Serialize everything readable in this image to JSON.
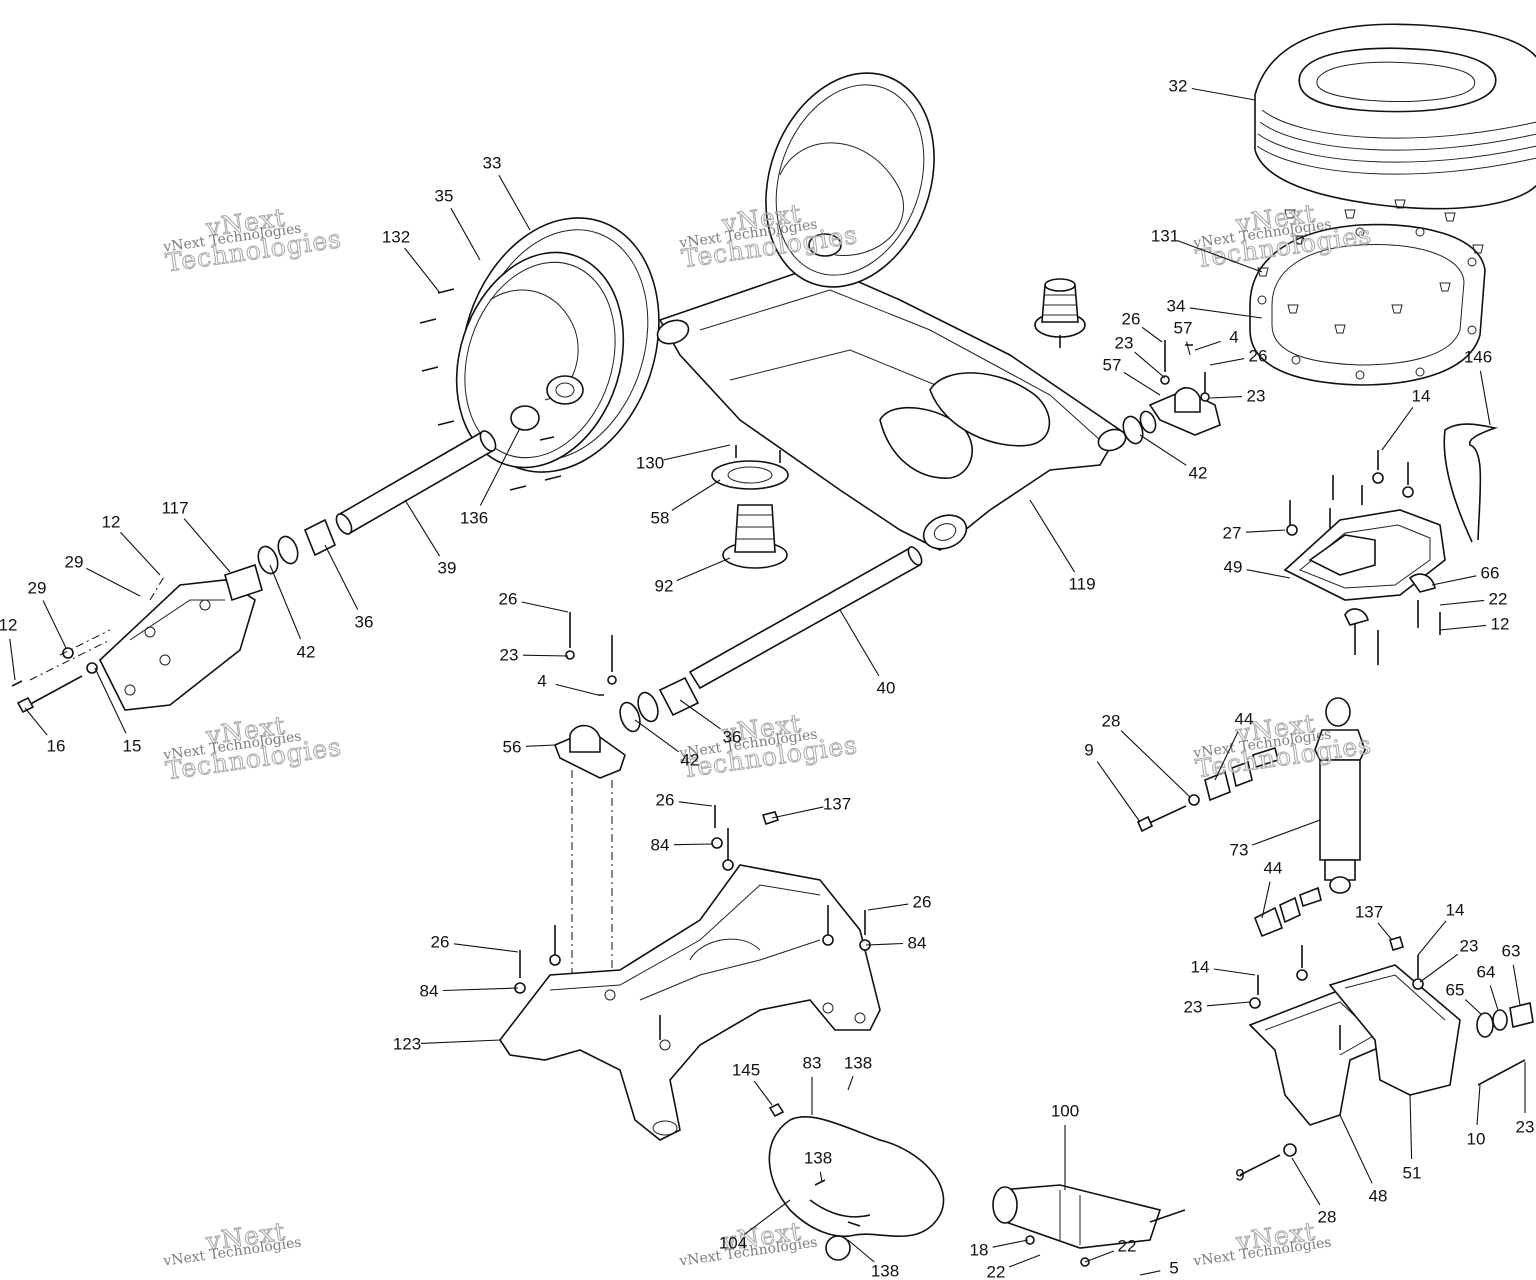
{
  "watermark": {
    "brand": "vNext",
    "company": "Technologies",
    "full": "vNext Technologies"
  },
  "labels": [
    {
      "id": "32a",
      "text": "32"
    },
    {
      "id": "33a",
      "text": "33"
    },
    {
      "id": "35a",
      "text": "35"
    },
    {
      "id": "132a",
      "text": "132"
    },
    {
      "id": "131a",
      "text": "131"
    },
    {
      "id": "34a",
      "text": "34"
    },
    {
      "id": "26a",
      "text": "26"
    },
    {
      "id": "57a",
      "text": "57"
    },
    {
      "id": "4a",
      "text": "4"
    },
    {
      "id": "23a",
      "text": "23"
    },
    {
      "id": "26b",
      "text": "26"
    },
    {
      "id": "57b",
      "text": "57"
    },
    {
      "id": "23b",
      "text": "23"
    },
    {
      "id": "146a",
      "text": "146"
    },
    {
      "id": "14a",
      "text": "14"
    },
    {
      "id": "42a",
      "text": "42"
    },
    {
      "id": "130a",
      "text": "130"
    },
    {
      "id": "136a",
      "text": "136"
    },
    {
      "id": "58a",
      "text": "58"
    },
    {
      "id": "117a",
      "text": "117"
    },
    {
      "id": "12a",
      "text": "12"
    },
    {
      "id": "29a",
      "text": "29"
    },
    {
      "id": "29b",
      "text": "29"
    },
    {
      "id": "39a",
      "text": "39"
    },
    {
      "id": "27a",
      "text": "27"
    },
    {
      "id": "119a",
      "text": "119"
    },
    {
      "id": "92a",
      "text": "92"
    },
    {
      "id": "49a",
      "text": "49"
    },
    {
      "id": "66a",
      "text": "66"
    },
    {
      "id": "22a",
      "text": "22"
    },
    {
      "id": "12b",
      "text": "12"
    },
    {
      "id": "36a",
      "text": "36"
    },
    {
      "id": "42b",
      "text": "42"
    },
    {
      "id": "12c",
      "text": "12"
    },
    {
      "id": "26c",
      "text": "26"
    },
    {
      "id": "23c",
      "text": "23"
    },
    {
      "id": "40a",
      "text": "40"
    },
    {
      "id": "4b",
      "text": "4"
    },
    {
      "id": "16a",
      "text": "16"
    },
    {
      "id": "15a",
      "text": "15"
    },
    {
      "id": "56a",
      "text": "56"
    },
    {
      "id": "36b",
      "text": "36"
    },
    {
      "id": "42c",
      "text": "42"
    },
    {
      "id": "28a",
      "text": "28"
    },
    {
      "id": "44a",
      "text": "44"
    },
    {
      "id": "9a",
      "text": "9"
    },
    {
      "id": "26d",
      "text": "26"
    },
    {
      "id": "137a",
      "text": "137"
    },
    {
      "id": "84a",
      "text": "84"
    },
    {
      "id": "73a",
      "text": "73"
    },
    {
      "id": "44b",
      "text": "44"
    },
    {
      "id": "26e",
      "text": "26"
    },
    {
      "id": "84b",
      "text": "84"
    },
    {
      "id": "26f",
      "text": "26"
    },
    {
      "id": "84c",
      "text": "84"
    },
    {
      "id": "137b",
      "text": "137"
    },
    {
      "id": "14b",
      "text": "14"
    },
    {
      "id": "14c",
      "text": "14"
    },
    {
      "id": "23d",
      "text": "23"
    },
    {
      "id": "63a",
      "text": "63"
    },
    {
      "id": "64a",
      "text": "64"
    },
    {
      "id": "65a",
      "text": "65"
    },
    {
      "id": "23e",
      "text": "23"
    },
    {
      "id": "123a",
      "text": "123"
    },
    {
      "id": "145a",
      "text": "145"
    },
    {
      "id": "83a",
      "text": "83"
    },
    {
      "id": "138a",
      "text": "138"
    },
    {
      "id": "138b",
      "text": "138"
    },
    {
      "id": "100a",
      "text": "100"
    },
    {
      "id": "10a",
      "text": "10"
    },
    {
      "id": "23f",
      "text": "23"
    },
    {
      "id": "48a",
      "text": "48"
    },
    {
      "id": "51a",
      "text": "51"
    },
    {
      "id": "28b",
      "text": "28"
    },
    {
      "id": "9b",
      "text": "9"
    },
    {
      "id": "104a",
      "text": "104"
    },
    {
      "id": "138c",
      "text": "138"
    },
    {
      "id": "18a",
      "text": "18"
    },
    {
      "id": "22b",
      "text": "22"
    },
    {
      "id": "22c",
      "text": "22"
    },
    {
      "id": "5a",
      "text": "5"
    }
  ]
}
